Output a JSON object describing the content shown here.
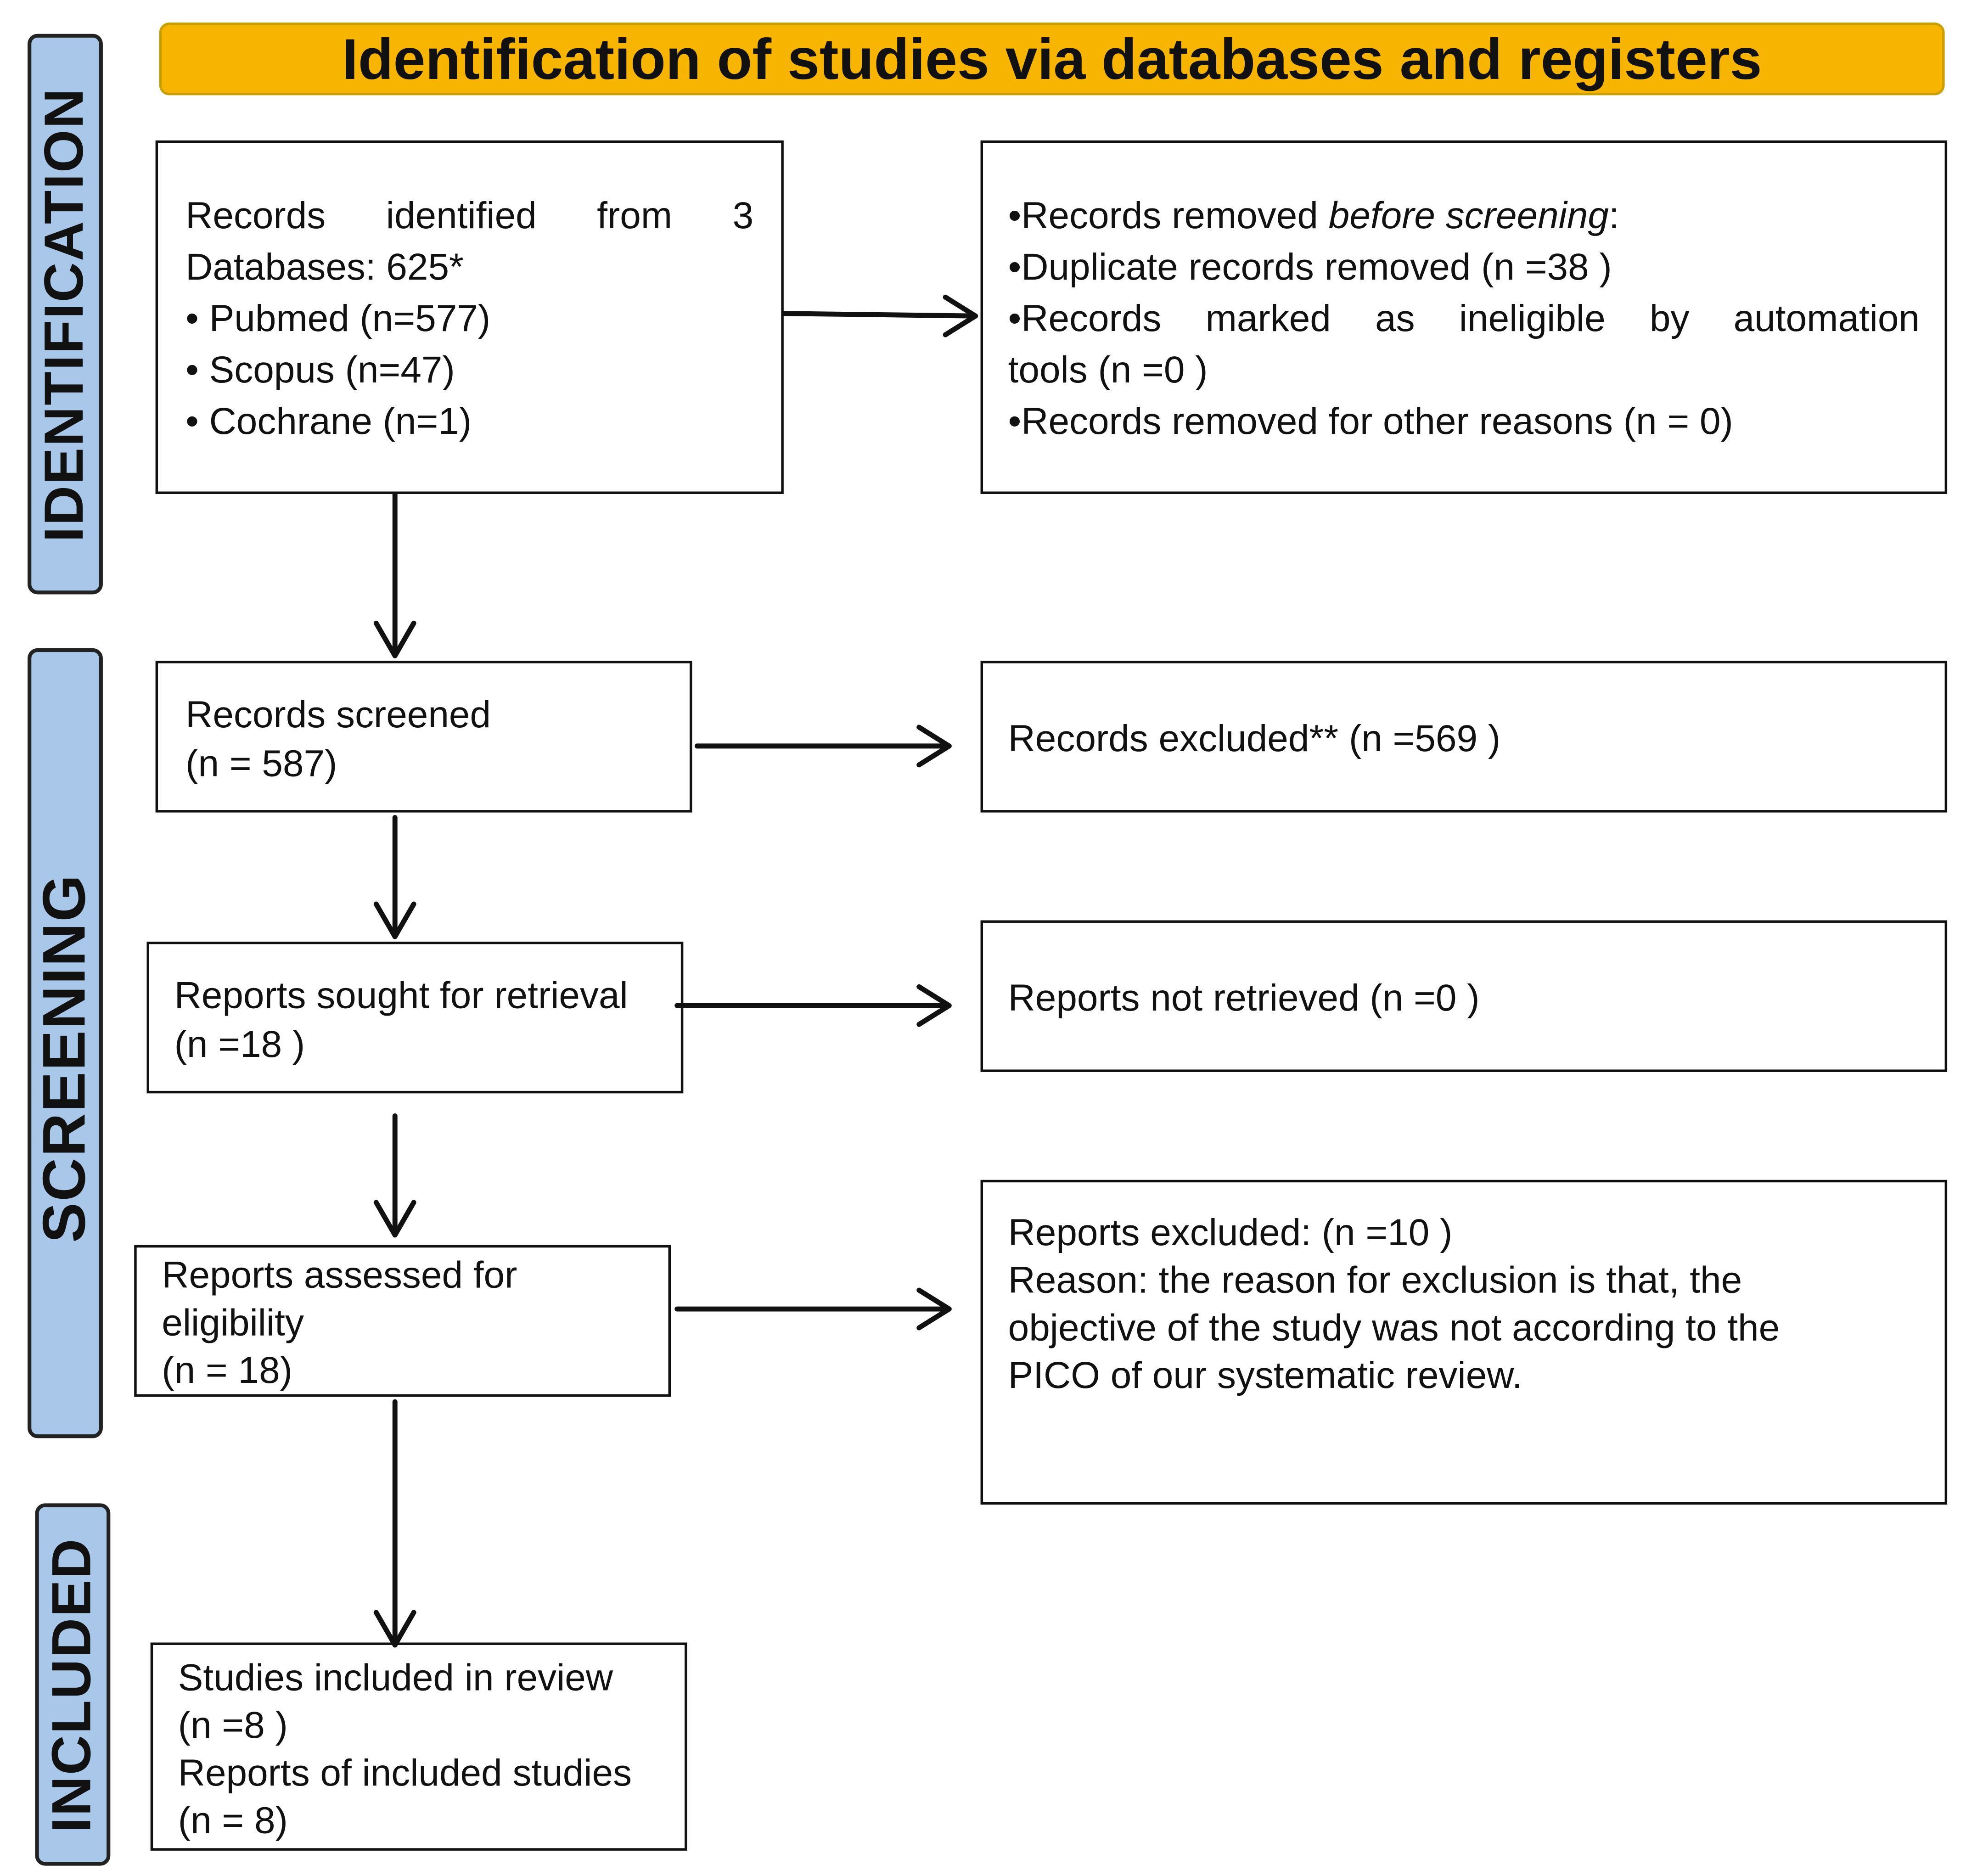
{
  "header": {
    "title": "Identification of studies via databases and registers"
  },
  "phases": {
    "identification": "IDENTIFICATION",
    "screening": "SCREENING",
    "included": "INCLUDED"
  },
  "identification_box": {
    "w1": "Records",
    "w2": "identified",
    "w3": "from",
    "w4": "3",
    "line2": "Databases: 625*",
    "line3": "• Pubmed (n=577)",
    "line4": "• Scopus (n=47)",
    "line5": "• Cochrane (n=1)"
  },
  "removed_box": {
    "line1_pre": "•Records removed ",
    "line1_em": "before screening",
    "line1_post": ":",
    "line2": "•Duplicate records removed  (n =38 )",
    "line3_w1": "•Records",
    "line3_w2": "marked",
    "line3_w3": "as",
    "line3_w4": "ineligible",
    "line3_w5": "by",
    "line3_w6": "automation",
    "line4": "tools (n =0 )",
    "line5": "•Records removed for other reasons (n = 0)"
  },
  "screened_box": {
    "line1": "Records screened",
    "line2": "(n = 587)"
  },
  "excluded_box": {
    "line1": "Records excluded** (n =569 )"
  },
  "sought_box": {
    "line1": "Reports sought for retrieval",
    "line2": "(n =18 )"
  },
  "not_retrieved_box": {
    "line1": "Reports not retrieved (n =0 )"
  },
  "assessed_box": {
    "line1": "Reports assessed for",
    "line2": "eligibility",
    "line3": "(n = 18)"
  },
  "reports_excluded_box": {
    "line1": "Reports excluded: (n =10 )",
    "line2": "Reason: the reason for exclusion is that, the",
    "line3": "objective of the study was not according to the",
    "line4": "PICO of our systematic review."
  },
  "included_box": {
    "line1": "Studies included in review",
    "line2": "(n =8 )",
    "line3": "Reports of included studies",
    "line4": "(n = 8)"
  },
  "colors": {
    "banner": "#f7b400",
    "phase_fill": "#a9c7e8",
    "stroke": "#111111"
  }
}
